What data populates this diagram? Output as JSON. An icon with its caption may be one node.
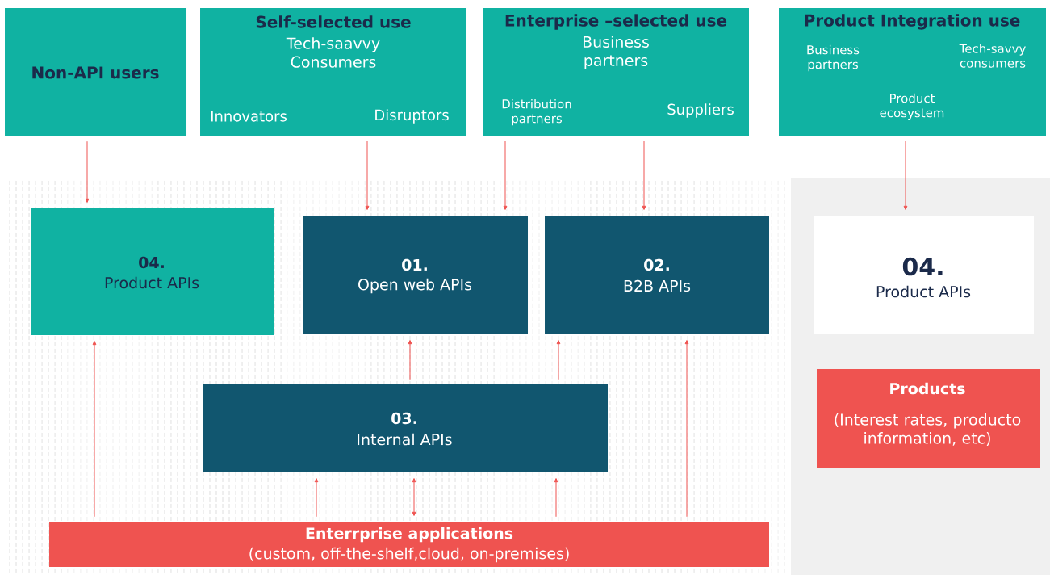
{
  "diagram": {
    "nodes": [
      {
        "text": [
          "Non-API users"
        ]
      },
      {
        "text": [
          "Self-selected use",
          "Tech-saavvy Consumers",
          "Innovators",
          "Disruptors"
        ]
      },
      {
        "text": [
          "Enterprise –selected use",
          "Business partners",
          "Distribution partners",
          "Suppliers"
        ]
      },
      {
        "text": [
          "Product Integration use",
          "Business partners",
          "Tech-savvy consumers",
          "Product ecosystem"
        ]
      },
      {
        "text": [
          "04.",
          "Product APIs"
        ]
      },
      {
        "text": [
          "01.",
          "Open web APIs"
        ]
      },
      {
        "text": [
          "02.",
          "B2B APIs"
        ]
      },
      {
        "text": [
          "04.",
          "Product APIs"
        ]
      },
      {
        "text": [
          "03.",
          "Internal APIs"
        ]
      },
      {
        "text": [
          "Products",
          "(Interest rates, producto information, etc)"
        ]
      },
      {
        "text": [
          "Enterrprise applications",
          "(custom, off-the-shelf,cloud, on-premises)"
        ]
      }
    ],
    "edges": [
      {
        "from": 0,
        "to": 4,
        "arrow": "to"
      },
      {
        "from": 1,
        "to": 5,
        "arrow": "to"
      },
      {
        "from": 2,
        "to": 5,
        "arrow": "to"
      },
      {
        "from": 2,
        "to": 6,
        "arrow": "to"
      },
      {
        "from": 3,
        "to": 7,
        "arrow": "to"
      },
      {
        "from": 10,
        "to": 4,
        "arrow": "to"
      },
      {
        "from": 8,
        "to": 5,
        "arrow": "to"
      },
      {
        "from": 8,
        "to": 6,
        "arrow": "to"
      },
      {
        "from": 10,
        "to": 6,
        "arrow": "to"
      },
      {
        "from": 10,
        "to": 8,
        "arrow": "to"
      },
      {
        "from": 10,
        "to": 8,
        "arrow": "both"
      },
      {
        "from": 10,
        "to": 8,
        "arrow": "to"
      }
    ]
  }
}
